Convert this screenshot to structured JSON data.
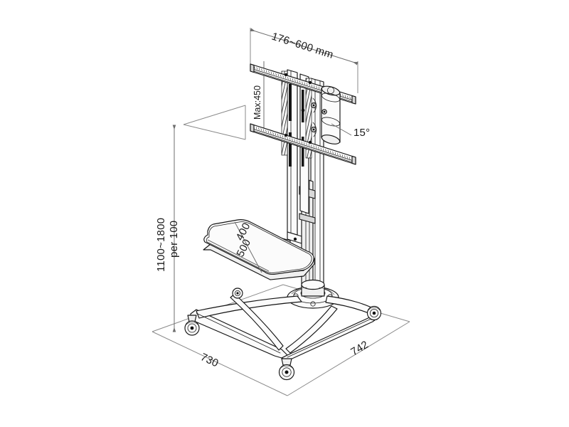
{
  "drawing": {
    "title": "TV Trolley Cart Technical Dimension Drawing",
    "view": "isometric",
    "background_color": "#ffffff",
    "line_color": "#141414",
    "dimension_line_color": "#6e6e6e",
    "text_color": "#1a1a1a"
  },
  "dimensions": {
    "screen_mount_width": {
      "label": "176~600 mm",
      "position": "top",
      "description": "horizontal mounting rail adjustment range"
    },
    "screen_mount_height": {
      "label": "Max:450",
      "position": "upper-left-vertical",
      "description": "maximum vertical mounting pitch"
    },
    "tilt_angle": {
      "label": "15°",
      "position": "right-of-pivot",
      "description": "screen tilt angle"
    },
    "column_height": {
      "label_line1": "1100~1800",
      "label_line2": "per 100",
      "position": "left-vertical",
      "description": "adjustable column height range in 100 mm increments"
    },
    "shelf_depth": {
      "label": "400",
      "position": "shelf-upper",
      "description": "shelf depth"
    },
    "shelf_width": {
      "label": "500",
      "position": "shelf-lower",
      "description": "shelf width"
    },
    "base_depth": {
      "label": "730",
      "position": "bottom-left",
      "description": "base footprint depth"
    },
    "base_width": {
      "label": "742",
      "position": "bottom-right",
      "description": "base footprint width"
    }
  },
  "components": {
    "top_rail": "top-mounting-rail",
    "bottom_rail": "bottom-mounting-rail",
    "vertical_bracket": "vertical-mount-bracket",
    "pivot": "tilt-pivot-cylinder",
    "column": "telescopic-column",
    "shelf": "equipment-shelf",
    "base_frame": "caster-base-frame",
    "casters": [
      "caster-front-left",
      "caster-front-right",
      "caster-rear-left",
      "caster-rear-right"
    ]
  }
}
